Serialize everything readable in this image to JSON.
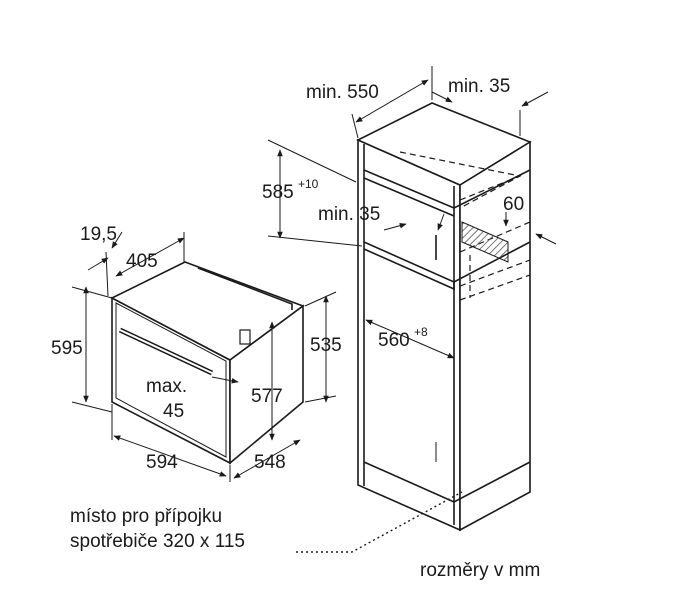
{
  "diagram": {
    "units_note": "rozměry v mm",
    "connection_note": {
      "line1": "místo pro přípojku",
      "line2": "spotřebiče 320 x 115"
    },
    "oven": {
      "depth_front_offset": "19,5",
      "top_depth": "405",
      "front_height": "595",
      "body_height": "535",
      "inner_height": "577",
      "max_label": "max.",
      "max_value": "45",
      "front_width": "594",
      "body_depth": "548"
    },
    "cabinet": {
      "min_depth_label": "min. 550",
      "min_back_gap_label": "min. 35",
      "niche_height_base": "585",
      "niche_height_tol": "+10",
      "min_vent_label": "min. 35",
      "vent_height": "60",
      "niche_width_base": "560",
      "niche_width_tol": "+8"
    },
    "colors": {
      "line": "#1a1a1a",
      "hatch": "#555555"
    }
  }
}
